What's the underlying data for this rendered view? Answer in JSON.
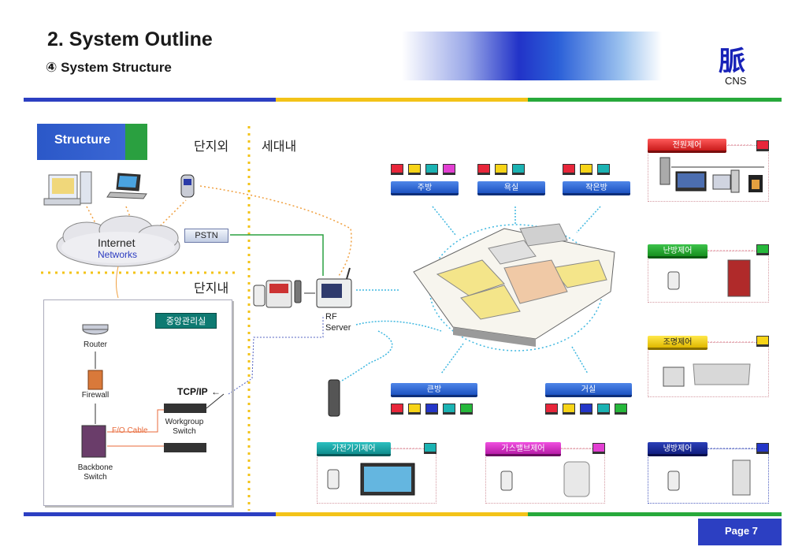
{
  "header": {
    "title": "2. System Outline",
    "subtitle": "④ System Structure",
    "logo_mark": "脈",
    "logo_text": "CNS"
  },
  "tab": {
    "structure_label": "Structure"
  },
  "zones": {
    "outside_complex": "단지외",
    "inside_household": "세대내",
    "inside_complex": "단지내"
  },
  "network": {
    "internet_line1": "Internet",
    "internet_line2": "Networks",
    "pstn": "PSTN",
    "rf_server_line1": "RF",
    "rf_server_line2": "Server",
    "tcpip": "TCP/IP",
    "mgmt_room": "중앙관리실",
    "router": "Router",
    "firewall": "Firewall",
    "backbone_line1": "Backbone",
    "backbone_line2": "Switch",
    "fo_cable": "F/O Cable",
    "workgroup_line1": "Workgroup",
    "workgroup_line2": "Switch"
  },
  "rooms": {
    "kitchen": "주방",
    "bathroom": "욕실",
    "small_room": "작은방",
    "big_room": "큰방",
    "living_room": "거실"
  },
  "controls": {
    "power": "전원제어",
    "heating": "난방제어",
    "lighting": "조명제어",
    "appliance": "가전기기제어",
    "gas_valve": "가스밸브제어",
    "cooling": "냉방제어"
  },
  "footer": {
    "page": "Page 7"
  },
  "colors": {
    "blue": "#2c3fc2",
    "yellow": "#f3c318",
    "green": "#27a93b",
    "red": "#e8263a"
  }
}
